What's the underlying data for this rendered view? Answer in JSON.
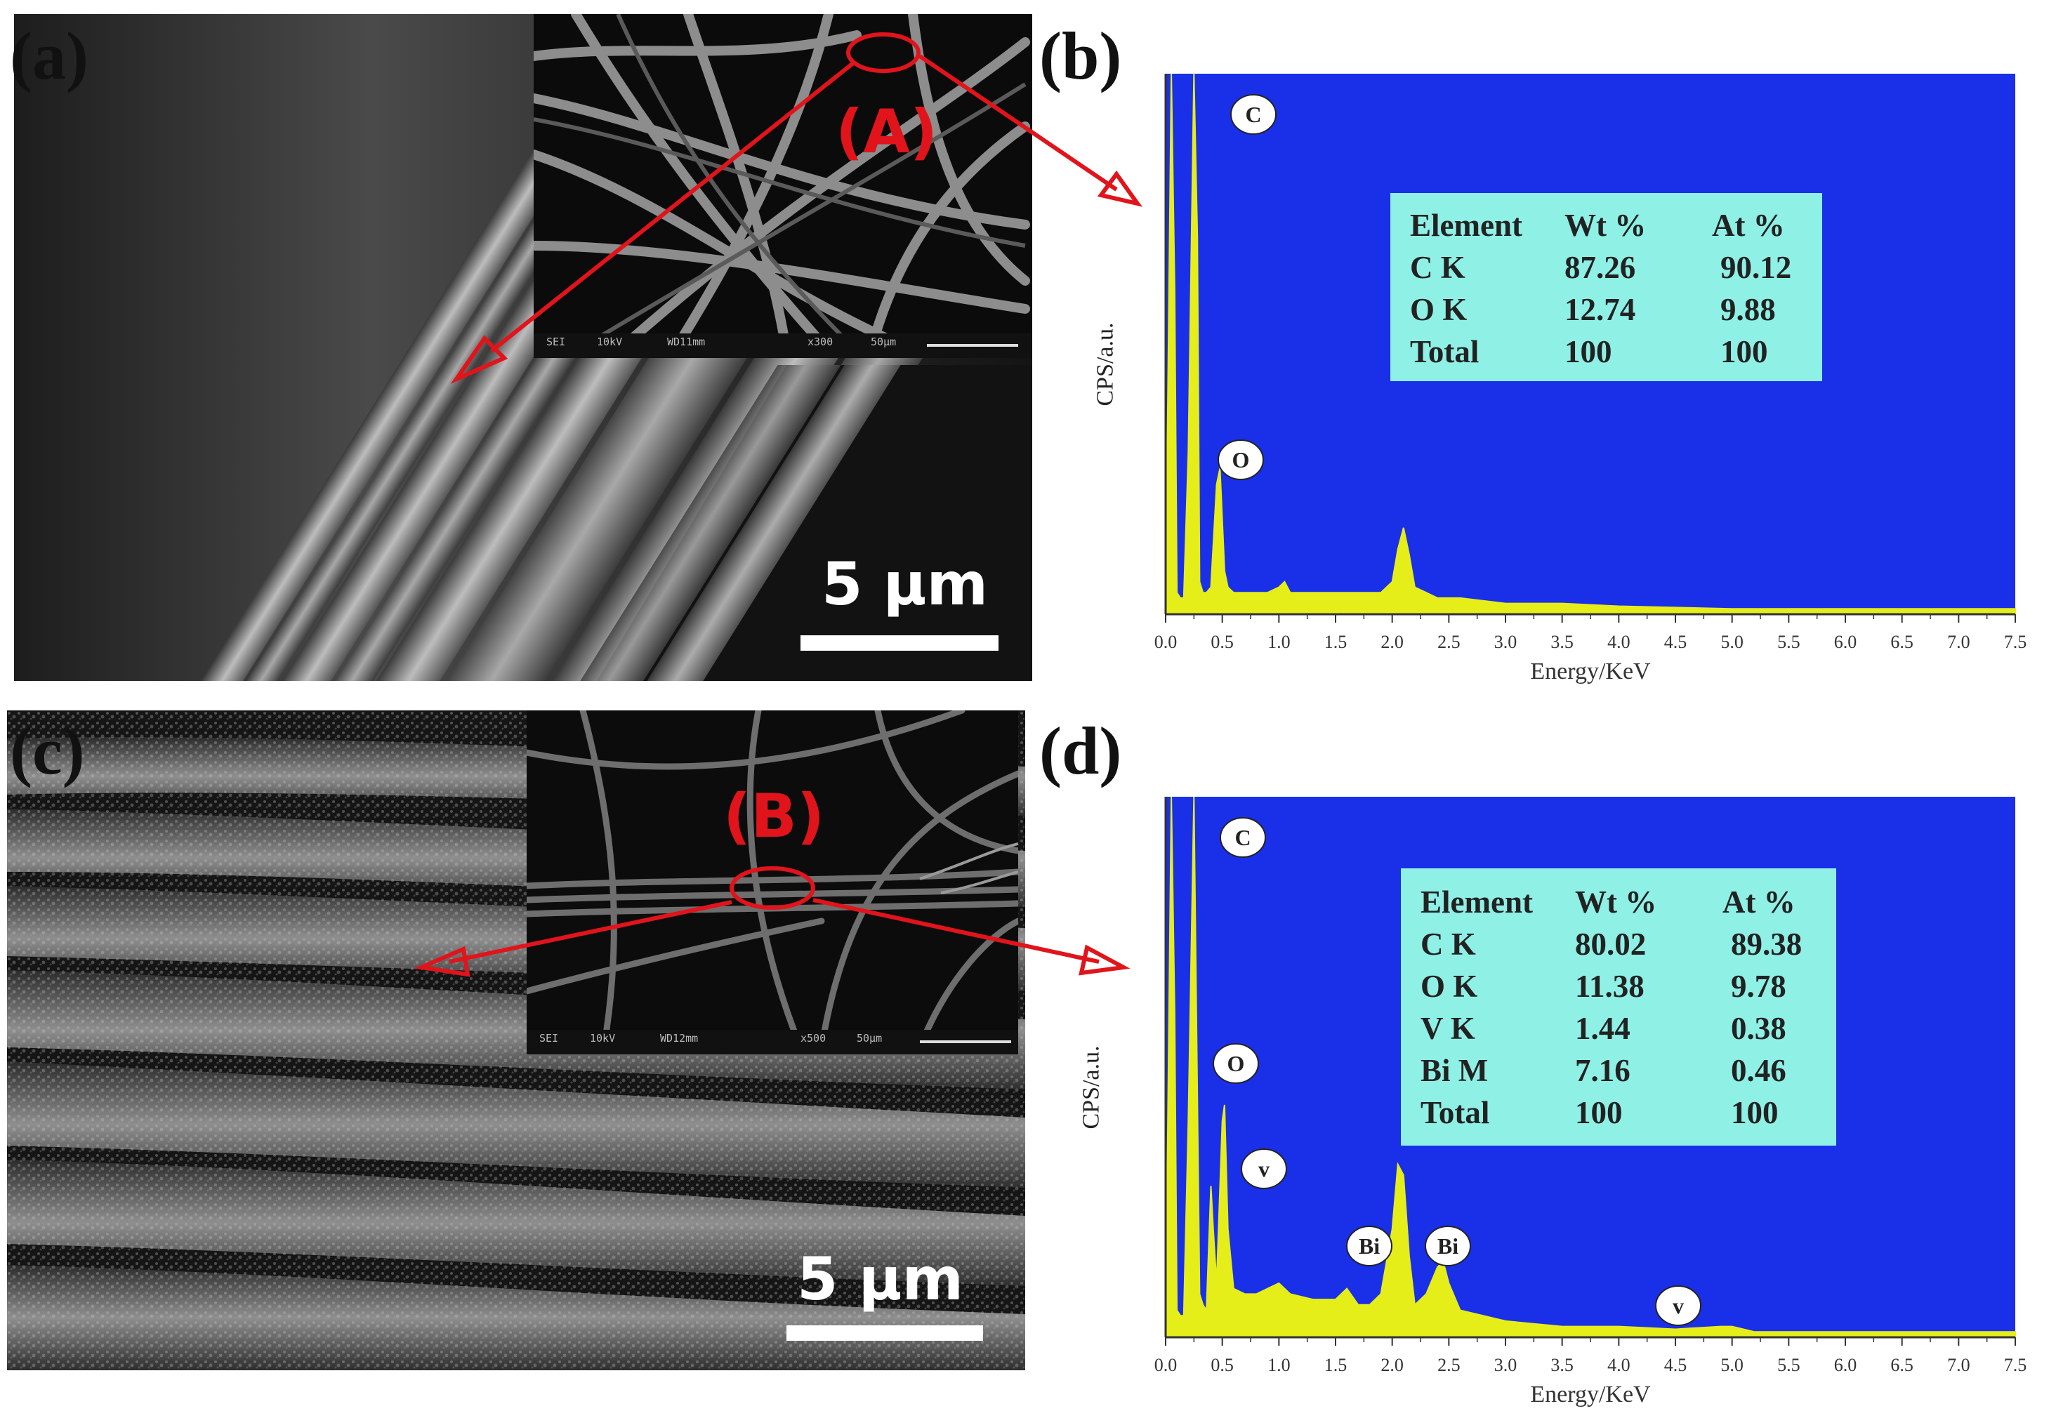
{
  "panels": {
    "a": {
      "label": "(a)",
      "inset_label": "(A)",
      "scale": "5 μm",
      "inset_footer": [
        "SEI",
        "10kV",
        "WD11mm",
        "x300",
        "50μm"
      ]
    },
    "b": {
      "label": "(b)"
    },
    "c": {
      "label": "(c)",
      "inset_label": "(B)",
      "scale": "5 μm",
      "inset_footer": [
        "SEI",
        "10kV",
        "WD12mm",
        "x500",
        "50μm"
      ]
    },
    "d": {
      "label": "(d)"
    }
  },
  "colors": {
    "plot_bg": "#1a2fe8",
    "spectrum": "#e6ee19",
    "table_bg": "#8ff0e6",
    "annotation": "#e1141b"
  },
  "chart_data": [
    {
      "type": "area",
      "panel": "b",
      "xlabel": "Energy/KeV",
      "ylabel": "CPS/a.u.",
      "xlim": [
        0,
        7.5
      ],
      "ylim": [
        0,
        100
      ],
      "x_ticks": [
        "0.0",
        "0.5",
        "1.0",
        "1.5",
        "2.0",
        "2.5",
        "3.0",
        "3.5",
        "4.0",
        "4.5",
        "5.0",
        "5.5",
        "6.0",
        "6.5",
        "7.0",
        "7.5"
      ],
      "x": [
        0.0,
        0.02,
        0.05,
        0.08,
        0.1,
        0.13,
        0.16,
        0.2,
        0.25,
        0.28,
        0.3,
        0.33,
        0.36,
        0.4,
        0.45,
        0.48,
        0.52,
        0.55,
        0.6,
        0.7,
        0.8,
        0.9,
        1.0,
        1.05,
        1.1,
        1.3,
        1.5,
        1.7,
        1.9,
        2.0,
        2.05,
        2.1,
        2.15,
        2.2,
        2.3,
        2.4,
        2.6,
        3.0,
        3.5,
        4.0,
        5.0,
        6.0,
        7.5
      ],
      "y": [
        2,
        40,
        100,
        60,
        4,
        3,
        3,
        30,
        100,
        70,
        6,
        4,
        4,
        5,
        24,
        27,
        8,
        5,
        4,
        4,
        4,
        4,
        5,
        6,
        4,
        4,
        4,
        4,
        4,
        6,
        12,
        16,
        11,
        5,
        4,
        3,
        3,
        2,
        2,
        1.5,
        1,
        1,
        1
      ],
      "peak_labels": [
        {
          "text": "C",
          "x": 0.28
        },
        {
          "text": "O",
          "x": 0.52
        }
      ],
      "table": {
        "columns": [
          "Element",
          "Wt %",
          "At %"
        ],
        "rows": [
          [
            "C K",
            "87.26",
            "90.12"
          ],
          [
            "O K",
            "12.74",
            "9.88"
          ],
          [
            "Total",
            "100",
            "100"
          ]
        ]
      }
    },
    {
      "type": "area",
      "panel": "d",
      "xlabel": "Energy/KeV",
      "ylabel": "CPS/a.u.",
      "xlim": [
        0,
        7.5
      ],
      "ylim": [
        0,
        100
      ],
      "x_ticks": [
        "0.0",
        "0.5",
        "1.0",
        "1.5",
        "2.0",
        "2.5",
        "3.0",
        "3.5",
        "4.0",
        "4.5",
        "5.0",
        "5.5",
        "6.0",
        "6.5",
        "7.0",
        "7.5"
      ],
      "x": [
        0.0,
        0.02,
        0.05,
        0.08,
        0.1,
        0.13,
        0.16,
        0.2,
        0.25,
        0.3,
        0.33,
        0.36,
        0.4,
        0.42,
        0.45,
        0.5,
        0.52,
        0.55,
        0.6,
        0.7,
        0.8,
        0.9,
        1.0,
        1.1,
        1.3,
        1.5,
        1.6,
        1.7,
        1.8,
        1.9,
        2.0,
        2.05,
        2.1,
        2.15,
        2.2,
        2.3,
        2.4,
        2.45,
        2.5,
        2.6,
        3.0,
        3.5,
        4.0,
        4.5,
        4.9,
        5.0,
        5.2,
        6.0,
        7.5
      ],
      "y": [
        2,
        40,
        100,
        60,
        5,
        4,
        4,
        40,
        100,
        8,
        6,
        5,
        28,
        20,
        10,
        40,
        43,
        20,
        9,
        8,
        8,
        9,
        10,
        8,
        7,
        7,
        9,
        6,
        6,
        8,
        20,
        32,
        30,
        15,
        6,
        8,
        13,
        14,
        10,
        5,
        3,
        2,
        2,
        1.5,
        2,
        2,
        1,
        1,
        1
      ],
      "peak_labels": [
        {
          "text": "C",
          "x": 0.28
        },
        {
          "text": "O",
          "x": 0.52
        },
        {
          "text": "v",
          "x": 0.45
        },
        {
          "text": "Bi",
          "x": 1.8
        },
        {
          "text": "Bi",
          "x": 2.45
        },
        {
          "text": "v",
          "x": 4.95
        }
      ],
      "table": {
        "columns": [
          "Element",
          "Wt %",
          "At %"
        ],
        "rows": [
          [
            "C K",
            "80.02",
            "89.38"
          ],
          [
            "O K",
            "11.38",
            "9.78"
          ],
          [
            "V K",
            "1.44",
            "0.38"
          ],
          [
            "Bi M",
            "7.16",
            "0.46"
          ],
          [
            "Total",
            "100",
            "100"
          ]
        ]
      }
    }
  ]
}
